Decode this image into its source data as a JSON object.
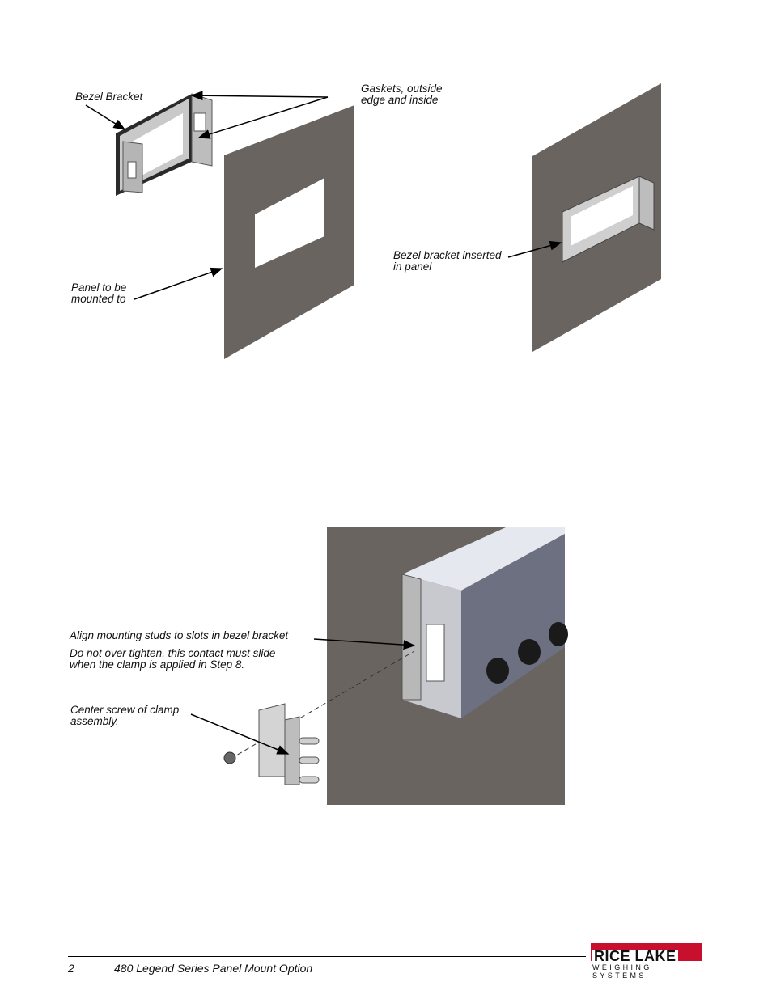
{
  "figure1": {
    "callouts": {
      "bezel_bracket": "Bezel Bracket",
      "gaskets": "Gaskets, outside\nedge and inside",
      "panel": "Panel to be\nmounted to",
      "inserted": "Bezel bracket inserted\nin panel"
    }
  },
  "figure2": {
    "callouts": {
      "align": "Align mounting studs to slots in bezel bracket",
      "tighten": "Do not over tighten, this contact must slide\nwhen the clamp is applied in Step 8.",
      "center_screw": "Center screw of clamp\nassembly."
    }
  },
  "footer": {
    "page_number": "2",
    "title": "480 Legend Series Panel Mount Option"
  },
  "logo": {
    "name": "RICE LAKE",
    "tagline": "WEIGHING SYSTEMS",
    "brand_color": "#c8102e"
  }
}
